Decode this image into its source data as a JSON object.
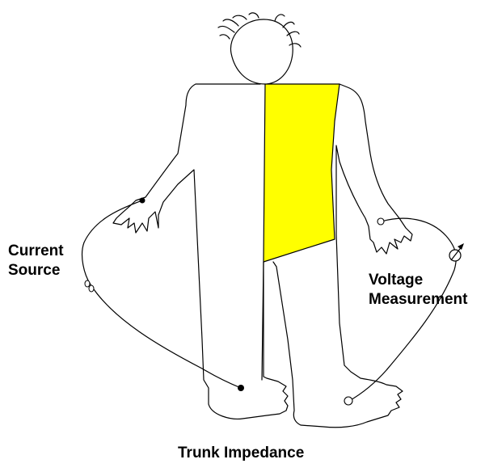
{
  "labels": {
    "current_source_line1": "Current",
    "current_source_line2": "Source",
    "voltage_measurement_line1": "Voltage",
    "voltage_measurement_line2": "Measurement",
    "trunk_impedance": "Trunk Impedance"
  },
  "colors": {
    "trunk_fill": "#ffff00",
    "outline": "#000000",
    "background": "#ffffff"
  },
  "icons": {
    "body": "human-figure-outline",
    "trunk": "trunk-segment-highlight",
    "voltmeter": "voltmeter-arrow-circle"
  }
}
